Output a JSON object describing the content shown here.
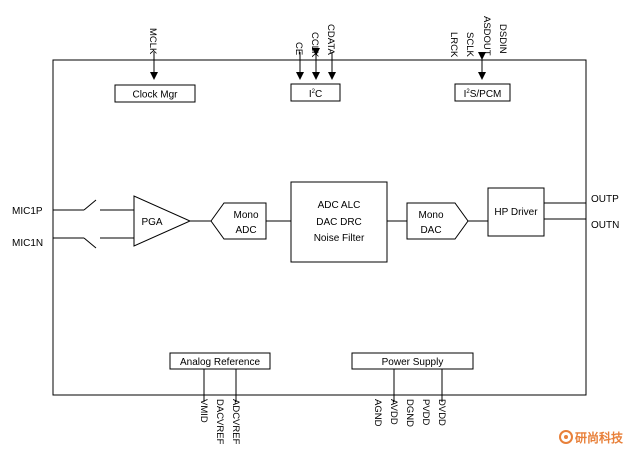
{
  "blocks": {
    "clock_mgr": "Clock Mgr",
    "i2c_prefix": "I",
    "i2c_sup": "2",
    "i2c_suffix": "C",
    "i2s_prefix": "I",
    "i2s_sup": "2",
    "i2s_suffix": "S/PCM",
    "pga": "PGA",
    "mono_adc": [
      "Mono",
      "ADC"
    ],
    "adc_alc": [
      "ADC ALC",
      "DAC DRC",
      "Noise Filter"
    ],
    "mono_dac": [
      "Mono",
      "DAC"
    ],
    "hp_driver": "HP Driver",
    "analog_reference": "Analog Reference",
    "power_supply": "Power Supply"
  },
  "pins": {
    "top_clock": [
      "MCLK"
    ],
    "top_i2c": [
      "CE",
      "CCLK",
      "CDATA"
    ],
    "top_i2s": [
      "LRCK",
      "SCLK",
      "ASDOUT",
      "DSDIN"
    ],
    "left": [
      "MIC1P",
      "MIC1N"
    ],
    "right": [
      "OUTP",
      "OUTN"
    ],
    "bottom_ref": [
      "VMID",
      "DACVREF",
      "ADCVREF"
    ],
    "bottom_power": [
      "AGND",
      "AVDD",
      "DGND",
      "PVDD",
      "DVDD"
    ]
  },
  "watermark": "研尚科技",
  "colors": {
    "line": "#000000",
    "watermark": "#e8803a"
  }
}
